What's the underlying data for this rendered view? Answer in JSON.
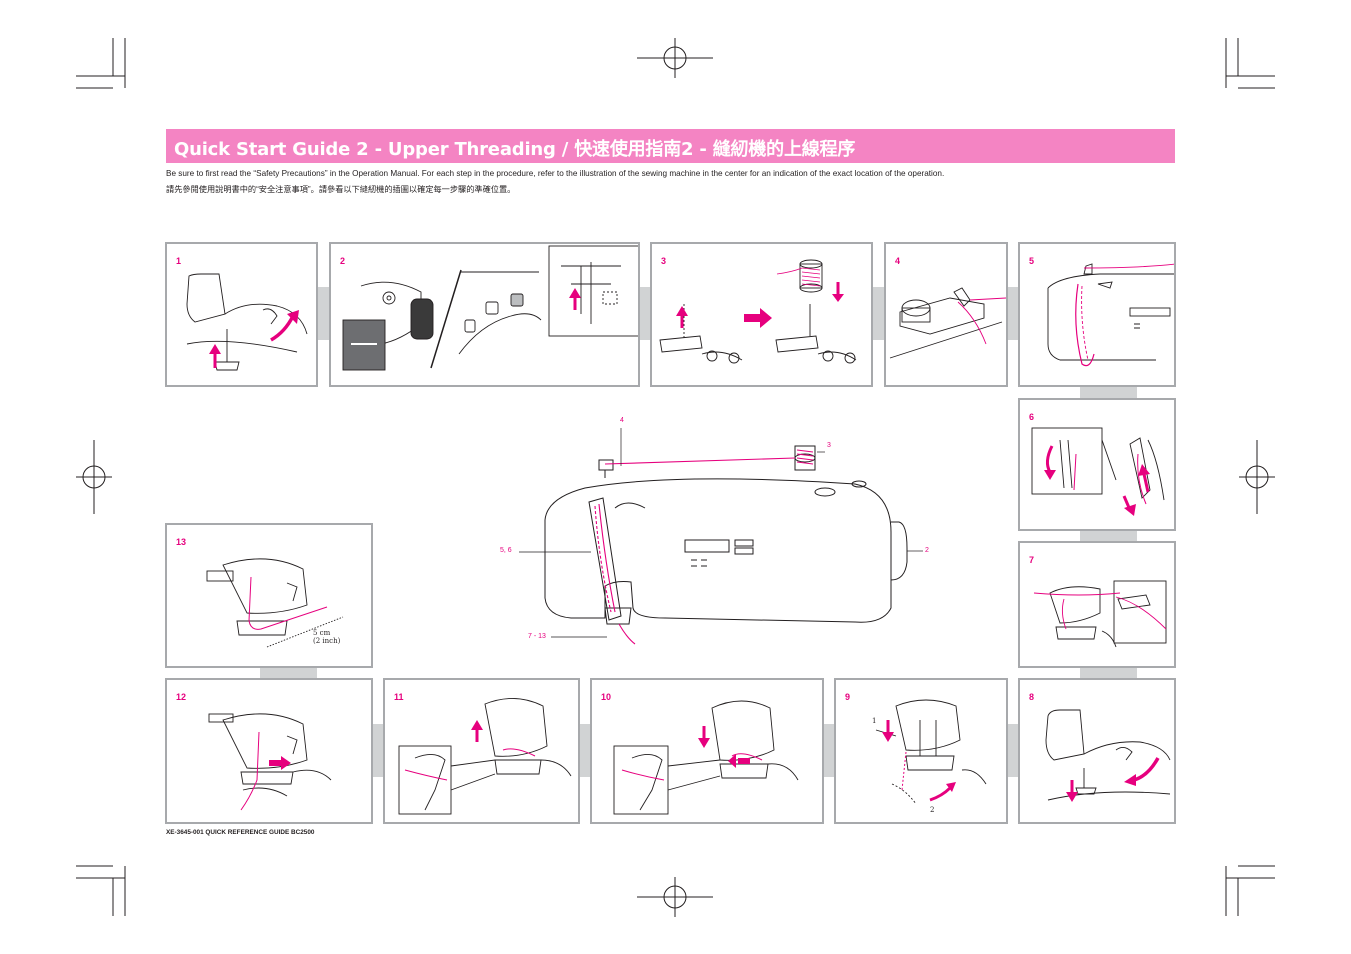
{
  "header": {
    "title": "Quick Start Guide 2 - Upper Threading  /  快速使用指南2  -  縫紉機的上線程序"
  },
  "intro": {
    "english": "Be sure to first read the “Safety Precautions” in the Operation Manual.  For each step in the procedure, refer to the illustration of the sewing machine in the center for an indication of the exact location of the operation.",
    "chinese": "請先參閱使用說明書中的“安全注意事項”。請參看以下縫紉機的插圖以確定每一步驟的準確位置。"
  },
  "steps": [
    {
      "number": "1"
    },
    {
      "number": "2"
    },
    {
      "number": "3"
    },
    {
      "number": "4"
    },
    {
      "number": "5"
    },
    {
      "number": "6"
    },
    {
      "number": "7"
    },
    {
      "number": "8"
    },
    {
      "number": "9"
    },
    {
      "number": "10"
    },
    {
      "number": "11"
    },
    {
      "number": "12"
    },
    {
      "number": "13"
    }
  ],
  "center_callouts": {
    "c4": "4",
    "c3": "3",
    "c56": "5, 6",
    "c2": "2",
    "c713": "7 - 13"
  },
  "step9_labels": {
    "one": "1",
    "two": "2"
  },
  "step13_measure": {
    "metric": "5  cm",
    "imperial": "(2  inch)"
  },
  "footer": {
    "code": "XE-3645-001 QUICK REFERENCE GUIDE BC2500"
  },
  "colors": {
    "accent": "#e6007e",
    "banner": "#f484c3",
    "panel_border": "#a7a9ac",
    "tab": "#d1d3d4"
  }
}
